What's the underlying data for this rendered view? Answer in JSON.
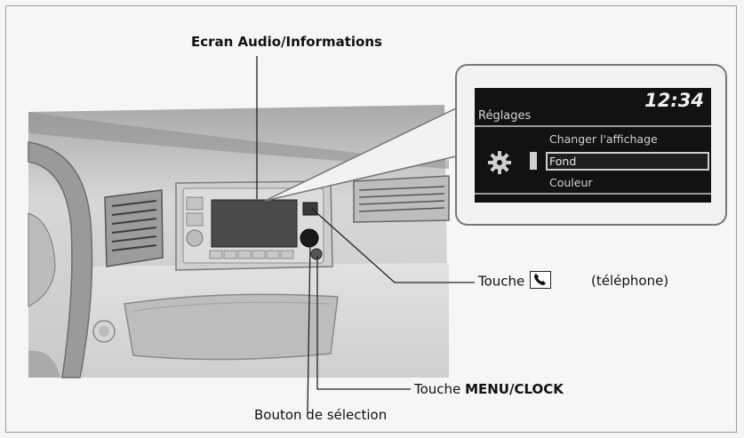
{
  "labels": {
    "screen_title": "Ecran Audio/Informations",
    "phone_key_prefix": "Touche",
    "phone_key_suffix": "(téléphone)",
    "menu_key_prefix": "Touche",
    "menu_key_name": "MENU/CLOCK",
    "select_knob": "Bouton de sélection"
  },
  "inset_screen": {
    "clock": "12:34",
    "title": "Réglages",
    "items": [
      "Changer l'affichage",
      "Fond",
      "Couleur"
    ],
    "selected_index": 1
  },
  "icons": {
    "settings": "gear-icon",
    "phone": "phone-icon"
  }
}
